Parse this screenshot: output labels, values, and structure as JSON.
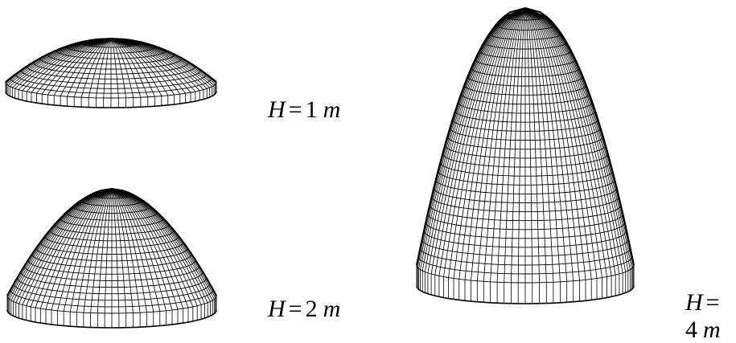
{
  "figure": {
    "panels": [
      {
        "id": "dome-h1",
        "caption": {
          "symbol": "H",
          "equals": "=",
          "value": "1",
          "unit": "m"
        },
        "height_m": 1
      },
      {
        "id": "dome-h2",
        "caption": {
          "symbol": "H",
          "equals": "=",
          "value": "2",
          "unit": "m"
        },
        "height_m": 2
      },
      {
        "id": "dome-h4",
        "caption_line1": {
          "symbol": "H",
          "equals": "="
        },
        "caption_line2": {
          "value": "4",
          "unit": "m"
        },
        "height_m": 4
      }
    ],
    "colors": {
      "mesh": "#000000",
      "background": "#ffffff"
    }
  }
}
